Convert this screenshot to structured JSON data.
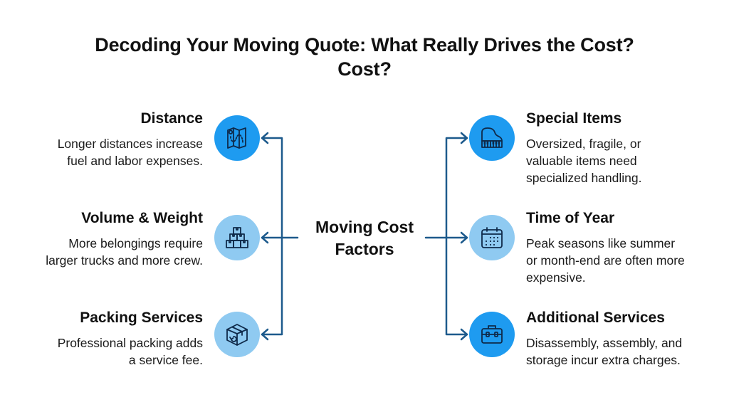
{
  "title": {
    "line1": "Decoding Your Moving Quote: What Really Drives the Cost?",
    "line2": "Cost?"
  },
  "center": {
    "line1": "Moving Cost",
    "line2": "Factors"
  },
  "colors": {
    "circle_dark": "#1e9bf0",
    "circle_light": "#8fcaf1",
    "connector": "#1d5a8c",
    "icon_stroke": "#0f2a4a"
  },
  "left_factors": [
    {
      "title": "Distance",
      "desc1": "Longer distances increase",
      "desc2": "fuel and labor expenses.",
      "icon": "map-icon",
      "style": "dark"
    },
    {
      "title": "Volume & Weight",
      "desc1": "More belongings require",
      "desc2": "larger trucks and more crew.",
      "icon": "stacked-boxes-icon",
      "style": "light"
    },
    {
      "title": "Packing Services",
      "desc1": "Professional packing adds",
      "desc2": "a service fee.",
      "icon": "package-box-icon",
      "style": "light"
    }
  ],
  "right_factors": [
    {
      "title": "Special Items",
      "desc1": "Oversized, fragile, or",
      "desc2": "valuable items need",
      "desc3": "specialized handling.",
      "icon": "piano-icon",
      "style": "dark"
    },
    {
      "title": "Time of Year",
      "desc1": "Peak seasons like summer",
      "desc2": "or month-end are often more",
      "desc3": "expensive.",
      "icon": "calendar-icon",
      "style": "light"
    },
    {
      "title": "Additional Services",
      "desc1": "Disassembly, assembly, and",
      "desc2": "storage incur extra charges.",
      "icon": "toolbox-icon",
      "style": "dark"
    }
  ]
}
